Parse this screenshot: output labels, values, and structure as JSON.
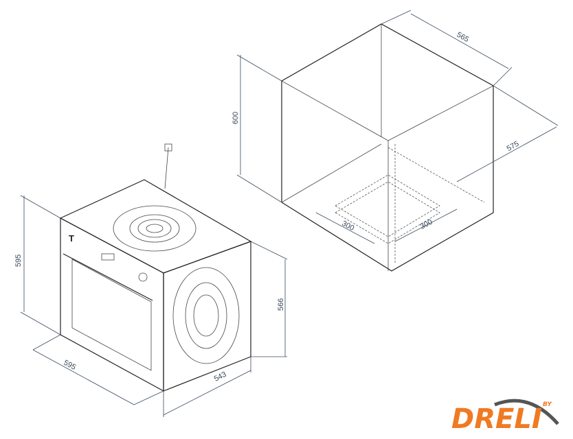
{
  "dimensions": {
    "oven_height": "595",
    "oven_width": "595",
    "oven_depth": "543",
    "oven_body_height": "566",
    "niche_height": "600",
    "niche_width": "565",
    "niche_depth": "575",
    "vent_width": "300",
    "vent_depth": "300"
  },
  "logo": {
    "by": "BY",
    "name": "DRELI",
    "color": "#f07a22",
    "swoosh": "#555555"
  }
}
